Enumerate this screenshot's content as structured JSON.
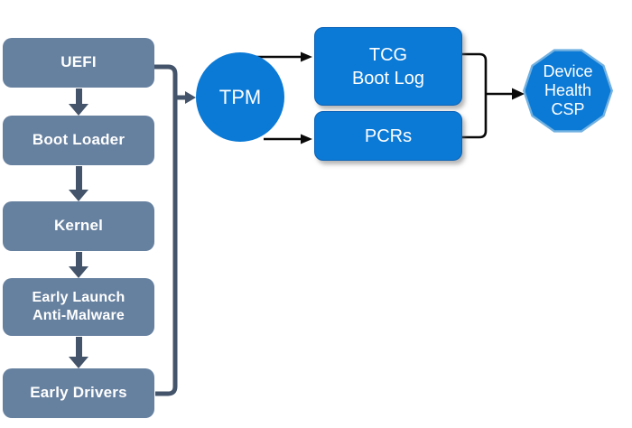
{
  "diagram": {
    "colors": {
      "slate_node_fill": "#66809f",
      "slate_connector": "#44546a",
      "blue_fill": "#0b7ad6",
      "blue_box_border": "#0a63b8",
      "decagon_border": "#72b1e0",
      "black_arrow": "#0a0a0a",
      "text": "#ffffff",
      "background": "#ffffff"
    },
    "boot_chain": [
      {
        "label": "UEFI"
      },
      {
        "label": "Boot Loader"
      },
      {
        "label": "Kernel"
      },
      {
        "lines": [
          "Early Launch",
          "Anti-Malware"
        ]
      },
      {
        "label": "Early Drivers"
      }
    ],
    "tpm": {
      "label": "TPM"
    },
    "tcg_boot_log": {
      "lines": [
        "TCG",
        "Boot Log"
      ]
    },
    "pcrs": {
      "label": "PCRs"
    },
    "device_health_csp": {
      "lines": [
        "Device",
        "Health",
        "CSP"
      ]
    }
  }
}
